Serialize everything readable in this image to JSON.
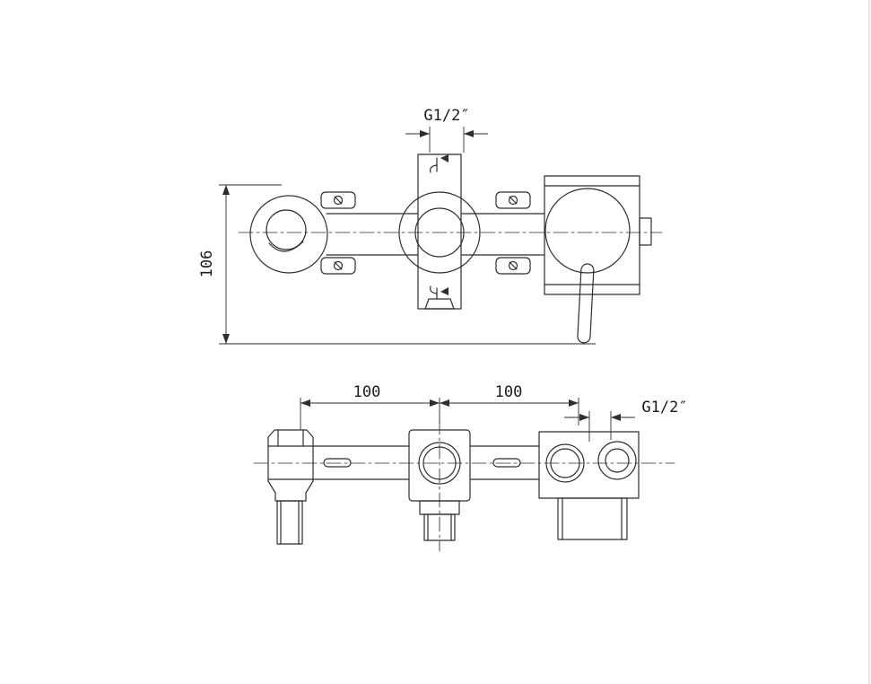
{
  "dims": {
    "thread_top": "G1/2″",
    "height": "106",
    "span_left": "100",
    "span_right": "100",
    "thread_side": "G1/2″"
  },
  "colors": {
    "line": "#2e2e2e",
    "dimension_text": "#1b1b1b",
    "background": "#ffffff"
  }
}
